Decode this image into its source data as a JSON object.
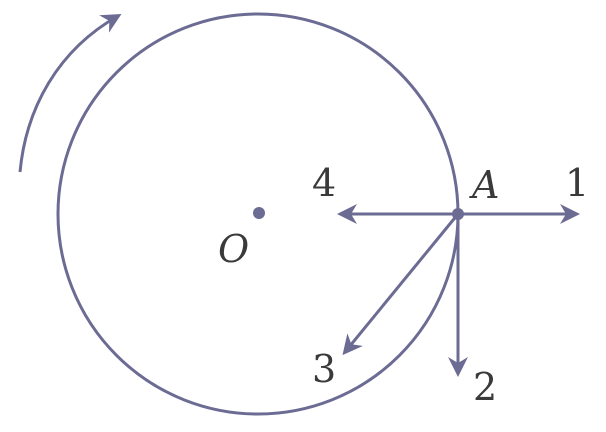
{
  "colors": {
    "stroke": "#6b6b94",
    "text": "#3a3a3a",
    "background": "#ffffff"
  },
  "labels": {
    "center": "O",
    "point": "A",
    "arrow_1": "1",
    "arrow_2": "2",
    "arrow_3": "3",
    "arrow_4": "4"
  }
}
